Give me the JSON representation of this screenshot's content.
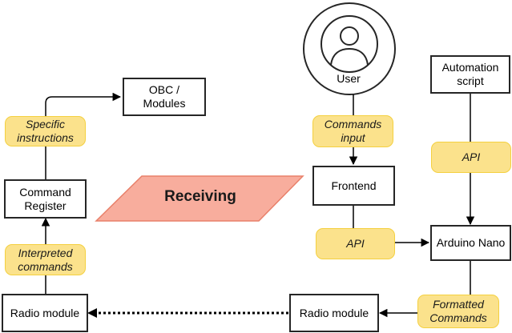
{
  "nodes": {
    "obc_modules": "OBC /\nModules",
    "command_register": "Command\nRegister",
    "radio_module_left": "Radio module",
    "radio_module_right": "Radio module",
    "frontend": "Frontend",
    "arduino_nano": "Arduino Nano",
    "automation_script": "Automation\nscript",
    "user": "User"
  },
  "tags": {
    "specific_instructions": "Specific\ninstructions",
    "interpreted_commands": "Interpreted\ncommands",
    "commands_input": "Commands\ninput",
    "api_left": "API",
    "api_right": "API",
    "formatted_commands": "Formatted\nCommands"
  },
  "banner": {
    "label": "Receiving"
  },
  "colors": {
    "tag_fill": "#fbe28c",
    "tag_border": "#f4d03f",
    "banner_fill": "#f8ad9d",
    "banner_border": "#e8806a",
    "line": "#000000"
  },
  "icons": {
    "user": "user-icon"
  }
}
